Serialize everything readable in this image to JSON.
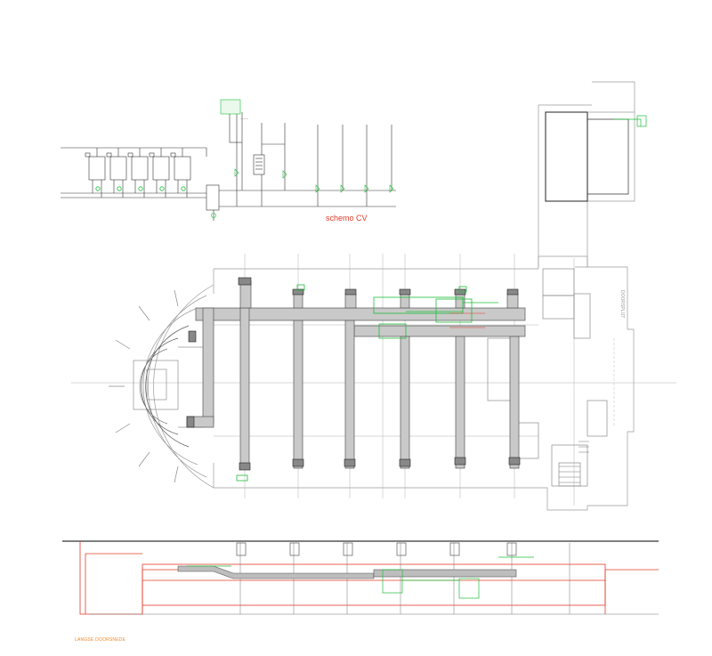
{
  "drawing": {
    "schema_label": "schemo CV",
    "section_label": "LANGSE DOORSNEDE",
    "side_label": "DOORSPLIJT",
    "colors": {
      "linework": "#8a8a8a",
      "duct_fill": "#c9c9c9",
      "duct_stroke": "#555555",
      "green_device": "#1fbf3a",
      "red_section": "#e23b2a",
      "orange_label": "#f08a2a"
    }
  }
}
